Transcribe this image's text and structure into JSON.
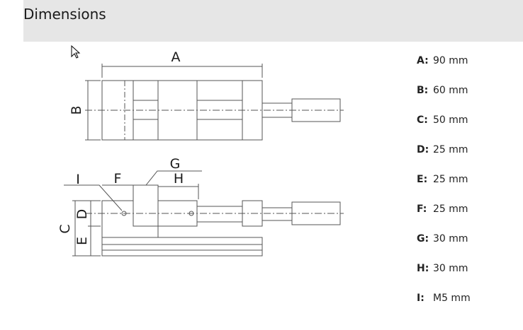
{
  "header": {
    "title": "Dimensions"
  },
  "drawing": {
    "labels": {
      "A": "A",
      "B": "B",
      "C": "C",
      "D": "D",
      "E": "E",
      "F": "F",
      "G": "G",
      "H": "H",
      "I": "I"
    }
  },
  "specs": [
    {
      "key": "A:",
      "value": "90 mm"
    },
    {
      "key": "B:",
      "value": "60 mm"
    },
    {
      "key": "C:",
      "value": "50 mm"
    },
    {
      "key": "D:",
      "value": "25 mm"
    },
    {
      "key": "E:",
      "value": "25 mm"
    },
    {
      "key": "F:",
      "value": "25 mm"
    },
    {
      "key": "G:",
      "value": "30 mm"
    },
    {
      "key": "H:",
      "value": "30 mm"
    },
    {
      "key": "I:",
      "value": "M5 mm"
    }
  ]
}
